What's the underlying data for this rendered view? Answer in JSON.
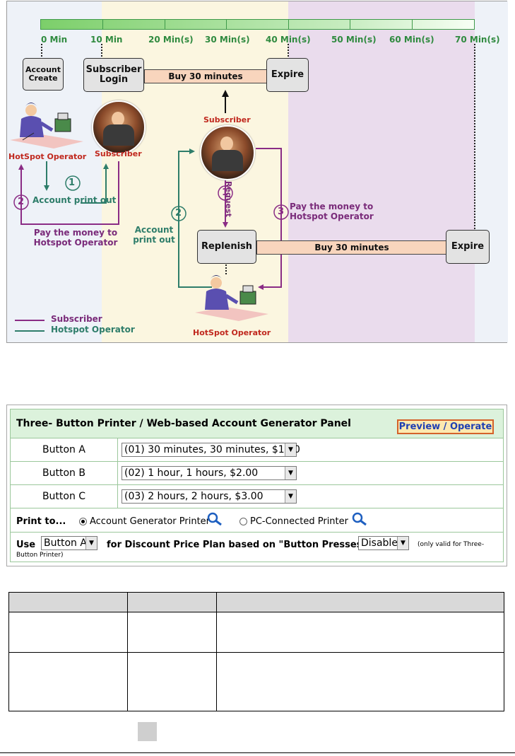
{
  "timeline": {
    "ticks": [
      "0 Min",
      "10 Min",
      "20 Min(s)",
      "30 Min(s)",
      "40 Min(s)",
      "50 Min(s)",
      "60 Min(s)",
      "70 Min(s)"
    ]
  },
  "diagram": {
    "account_create": "Account Create",
    "subscriber_login": "Subscriber Login",
    "expire_1": "Expire",
    "buy_1": "Buy 30 minutes",
    "replenish": "Replenish",
    "buy_2": "Buy 30 minutes",
    "expire_2": "Expire",
    "hotspot_operator_1": "HotSpot Operator",
    "subscriber_1": "Subscriber",
    "subscriber_2": "Subscriber",
    "hotspot_operator_2": "HotSpot Operator",
    "account_print_out_1": "Account print out",
    "pay_money_1": "Pay the money to Hotspot Operator",
    "request": "Request",
    "account_print_out_2": "Account print out",
    "pay_money_2": "Pay the money to Hotspot Operator",
    "step_1a": "1",
    "step_2a": "2",
    "step_1b": "1",
    "step_2b": "2",
    "step_3b": "3",
    "legend_subscriber": "Subscriber",
    "legend_operator": "Hotspot Operator",
    "colors": {
      "subscriber_line": "#8a2c85",
      "operator_line": "#2e7d6a",
      "green_bar": "#7ccf6a"
    }
  },
  "panel": {
    "title": "Three- Button Printer / Web-based Account Generator Panel",
    "preview_button": "Preview / Operate",
    "rows": [
      {
        "label": "Button A",
        "value": "(01) 30 minutes, 30 minutes, $1.00"
      },
      {
        "label": "Button B",
        "value": "(02) 1 hour, 1 hours, $2.00"
      },
      {
        "label": "Button C",
        "value": "(03) 2 hours, 2 hours, $3.00"
      }
    ],
    "print_to_label": "Print to...",
    "printer_option_1": "Account Generator Printer",
    "printer_option_2": "PC-Connected Printer",
    "use_label": "Use",
    "use_value": "Button A",
    "discount_label": "for Discount Price Plan based on \"Button Presses\":",
    "discount_value": "Disable",
    "valid_note": "(only valid for Three-Button Printer)"
  }
}
